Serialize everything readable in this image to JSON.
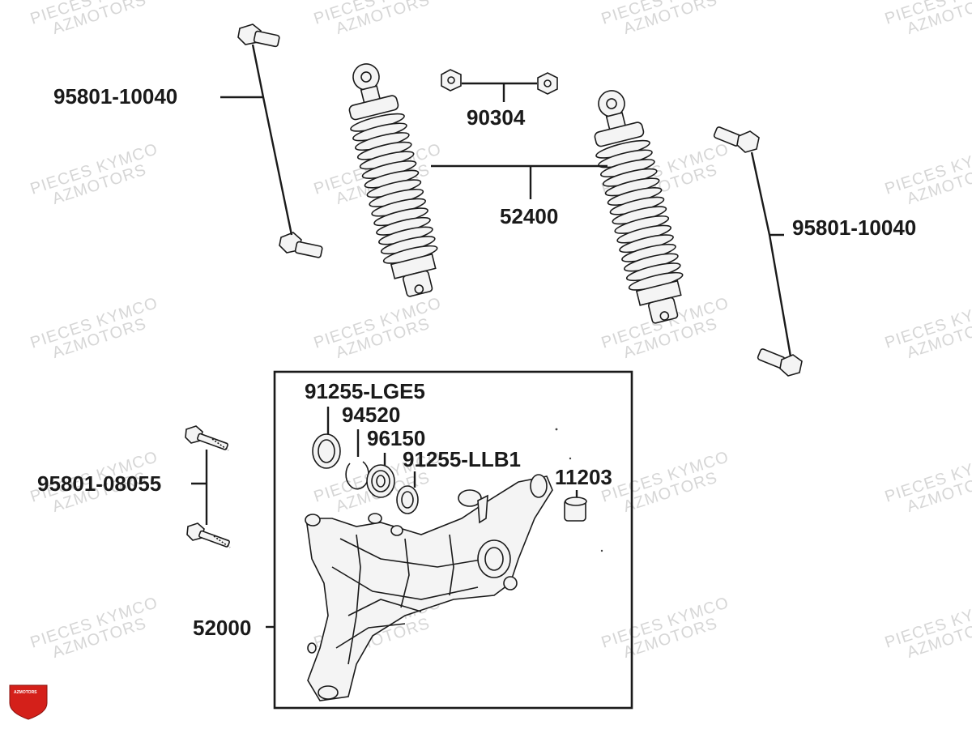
{
  "watermark": {
    "line1": "PIECES KYMCO",
    "line2": "AZMOTORS"
  },
  "logo": {
    "text": "AZMOTORS",
    "color": "#d4201a"
  },
  "parts": {
    "bolt_top_left": "95801-10040",
    "nut": "90304",
    "shock_absorber": "52400",
    "bolt_right": "95801-10040",
    "oil_seal": "91255-LGE5",
    "circlip": "94520",
    "bearing": "96150",
    "oil_seal_2": "91255-LLB1",
    "bushing": "11203",
    "bolt_lower_left": "95801-08055",
    "swing_arm": "52000"
  }
}
